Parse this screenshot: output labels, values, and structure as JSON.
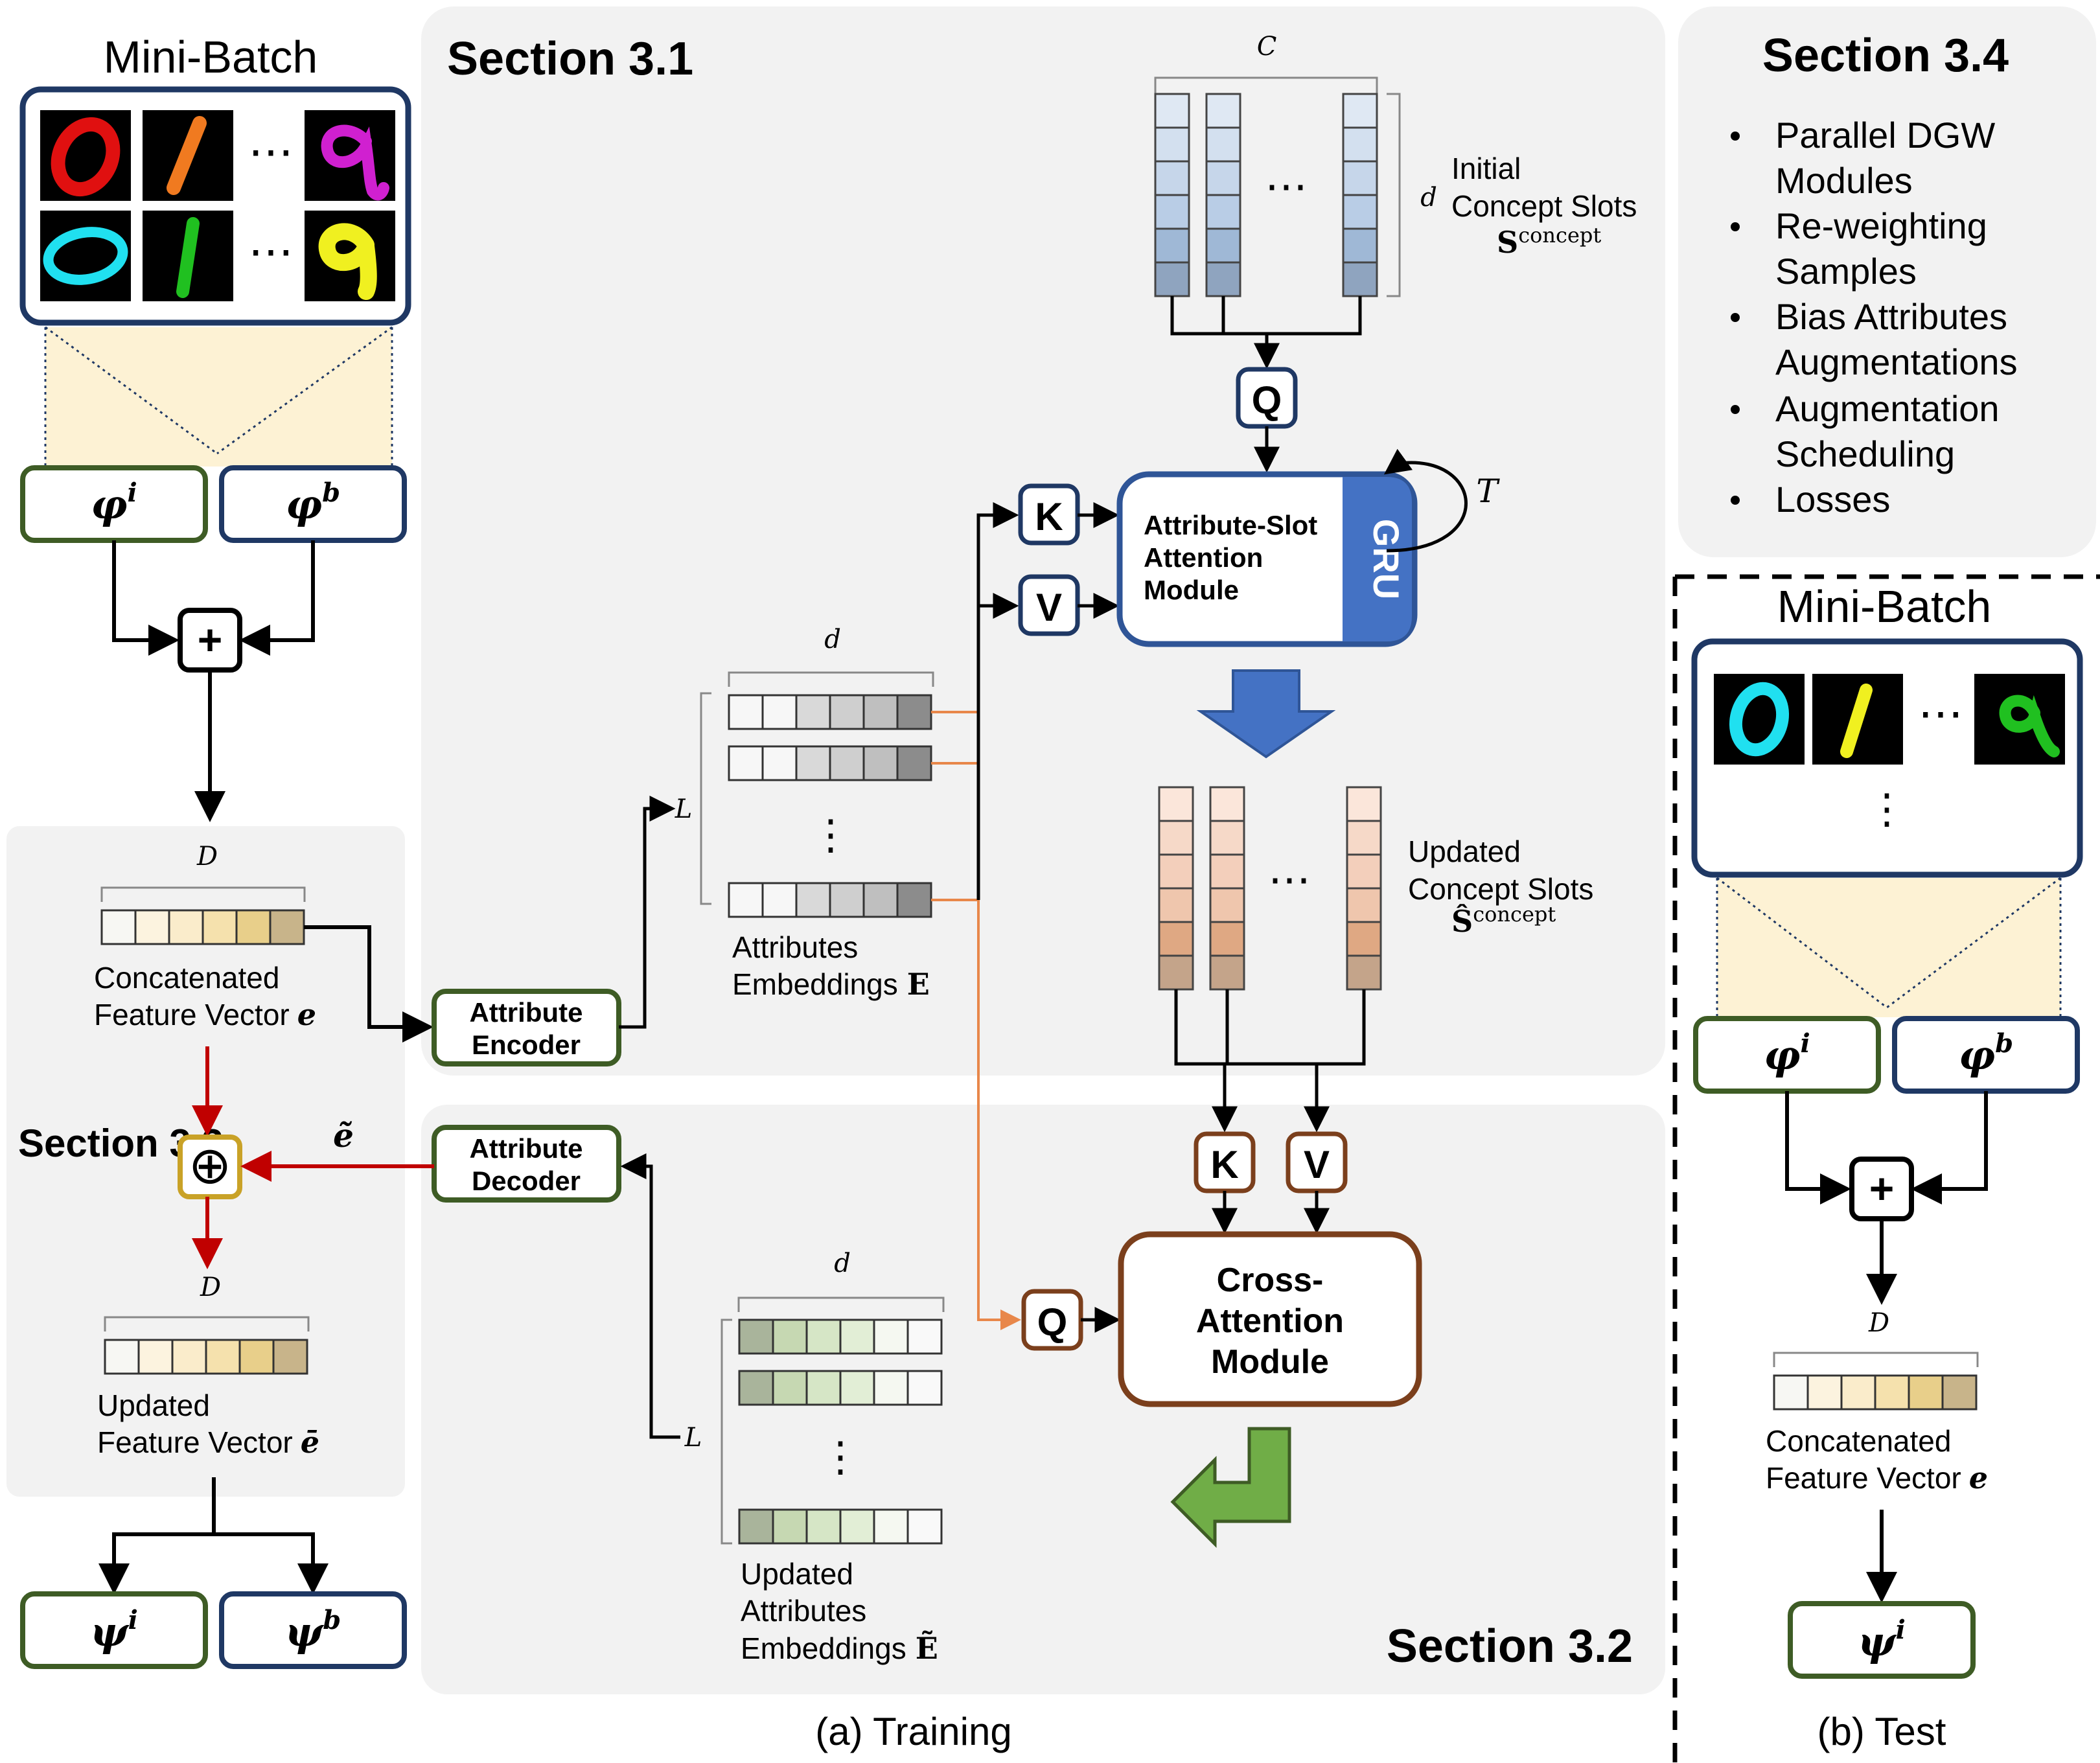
{
  "title_left": "Section 3.1",
  "section_32": "Section 3.2",
  "section_33": "Section 3.3",
  "section_34": {
    "title": "Section 3.4",
    "bullets": [
      "Parallel DGW",
      "Modules",
      "Re-weighting",
      "Samples",
      "Bias Attributes",
      "Augmentations",
      "Augmentation",
      "Scheduling",
      "Losses"
    ]
  },
  "minibatch_train": "Mini-Batch",
  "minibatch_test": "Mini-Batch",
  "ellipsis": "⋯",
  "vellipsis": "⋮",
  "phi_i": "φ",
  "phi_b": "φ",
  "psi": "ψ",
  "sup_i": "i",
  "sup_b": "b",
  "plus": "+",
  "oplus": "⊕",
  "dim": {
    "D": "D",
    "d": "d",
    "C": "C",
    "L": "L",
    "T": "T"
  },
  "concat_label": [
    "Concatenated",
    "Feature Vector"
  ],
  "updated_feat_label": [
    "Updated",
    "Feature Vector"
  ],
  "vec_e": "e",
  "vec_ebar": "ē",
  "e_tilde": "ẽ",
  "attr_encoder": [
    "Attribute",
    "Encoder"
  ],
  "attr_decoder": [
    "Attribute",
    "Decoder"
  ],
  "attr_emb_label": [
    "Attributes",
    "Embeddings"
  ],
  "E": "E",
  "E_tilde": "Ẽ",
  "updated_attr_label": [
    "Updated",
    "Attributes",
    "Embeddings"
  ],
  "init_slots_label": [
    "Initial",
    "Concept Slots"
  ],
  "S_concept": "S",
  "S_hat": "Ŝ",
  "concept_sup": "concept",
  "updated_slots_label": [
    "Updated",
    "Concept Slots"
  ],
  "Q": "Q",
  "K": "K",
  "V": "V",
  "attn_module": [
    "Attribute-Slot",
    "Attention",
    "Module"
  ],
  "gru": "GRU",
  "cross_module": [
    "Cross-",
    "Attention",
    "Module"
  ],
  "caption_train": "(a) Training",
  "caption_test": "(b) Test",
  "colors": {
    "green": "#3e5c25",
    "navy": "#1f3864",
    "brown": "#7b3f1c",
    "red": "#c00000",
    "orange": "#e8874a",
    "blue": "#4472c4",
    "panel": "#f2f2f2",
    "cream": "#fdf2d4",
    "gold": "#c9a227"
  }
}
